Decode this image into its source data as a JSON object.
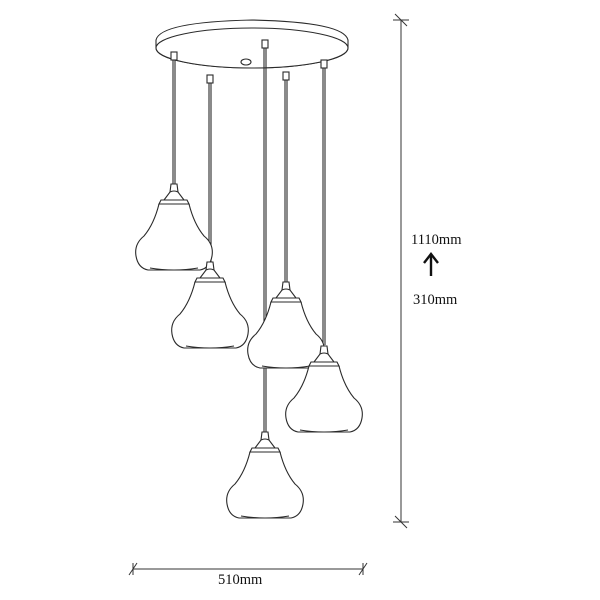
{
  "diagram": {
    "title": "5-pendant ceiling lamp dimension drawing",
    "colors": {
      "line": "#2a2a2a",
      "background": "#ffffff"
    },
    "dimensions": {
      "height_max": "1110mm",
      "height_min": "310mm",
      "width": "510mm",
      "height_arrow_icon": "arrow-up-icon"
    },
    "components": {
      "canopy": "round-canopy",
      "pendant_count": 5,
      "pendants": [
        {
          "name": "pendant-1"
        },
        {
          "name": "pendant-2"
        },
        {
          "name": "pendant-3"
        },
        {
          "name": "pendant-4"
        },
        {
          "name": "pendant-5"
        }
      ]
    }
  }
}
